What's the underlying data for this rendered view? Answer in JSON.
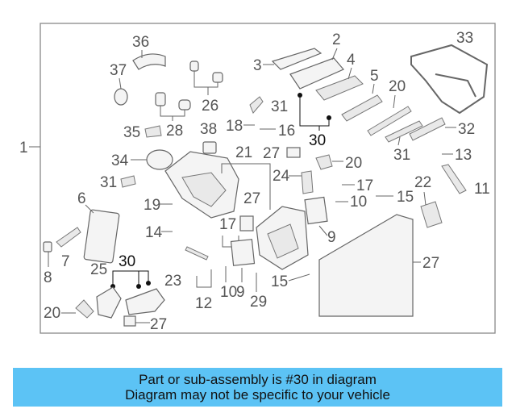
{
  "diagram": {
    "callouts": {
      "c1": "1",
      "c2": "2",
      "c3": "3",
      "c4": "4",
      "c5": "5",
      "c6": "6",
      "c7": "7",
      "c8": "8",
      "c9a": "9",
      "c9b": "9",
      "c10a": "10",
      "c10b": "10",
      "c11": "11",
      "c12": "12",
      "c13": "13",
      "c14": "14",
      "c15a": "15",
      "c15b": "15",
      "c16": "16",
      "c17a": "17",
      "c17b": "17",
      "c18": "18",
      "c19": "19",
      "c20a": "20",
      "c20b": "20",
      "c20c": "20",
      "c21": "21",
      "c22": "22",
      "c23": "23",
      "c24": "24",
      "c25": "25",
      "c26": "26",
      "c27a": "27",
      "c27b": "27",
      "c27c": "27",
      "c27d": "27",
      "c28": "28",
      "c29": "29",
      "c30a": "30",
      "c30b": "30",
      "c31a": "31",
      "c31b": "31",
      "c31c": "31",
      "c32": "32",
      "c33": "33",
      "c34": "34",
      "c35": "35",
      "c36": "36",
      "c37": "37",
      "c38": "38"
    }
  },
  "banner": {
    "line1": "Part or sub-assembly is #30 in diagram",
    "line2": "Diagram may not be specific to your vehicle"
  }
}
